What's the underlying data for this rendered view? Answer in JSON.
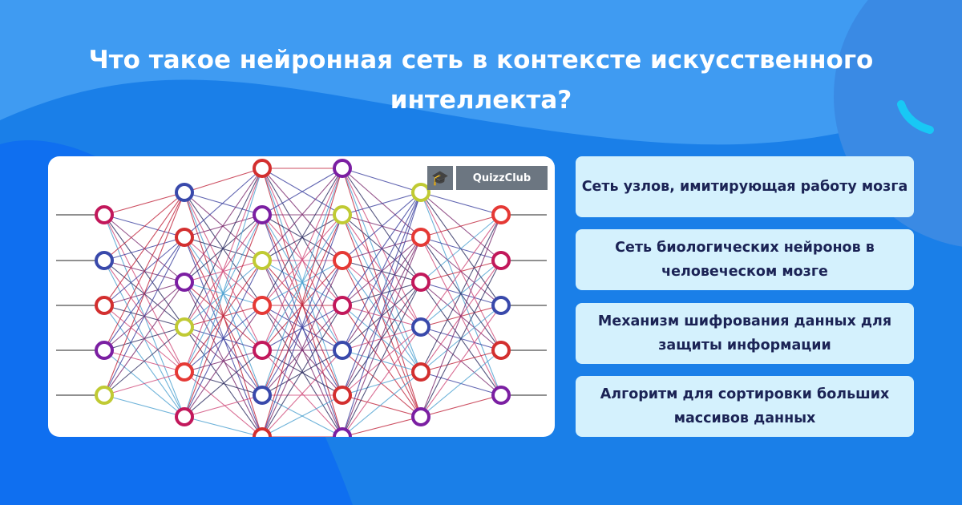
{
  "question": "Что такое нейронная сеть в контексте искусственного интеллекта?",
  "image": {
    "watermark": "QuizzClub",
    "watermark_icon": "graduation-cap-icon"
  },
  "answers": [
    {
      "label": "Сеть узлов, имитирующая работу мозга"
    },
    {
      "label": "Сеть биологических нейронов в человеческом мозге"
    },
    {
      "label": "Механизм шифрования данных для защиты информации"
    },
    {
      "label": "Алгоритм для сортировки больших массивов данных"
    }
  ],
  "colors": {
    "background": "#1a7fe8",
    "answer_bg": "#d4f1fd",
    "answer_text": "#1b2355",
    "accent": "#18c8f5"
  }
}
